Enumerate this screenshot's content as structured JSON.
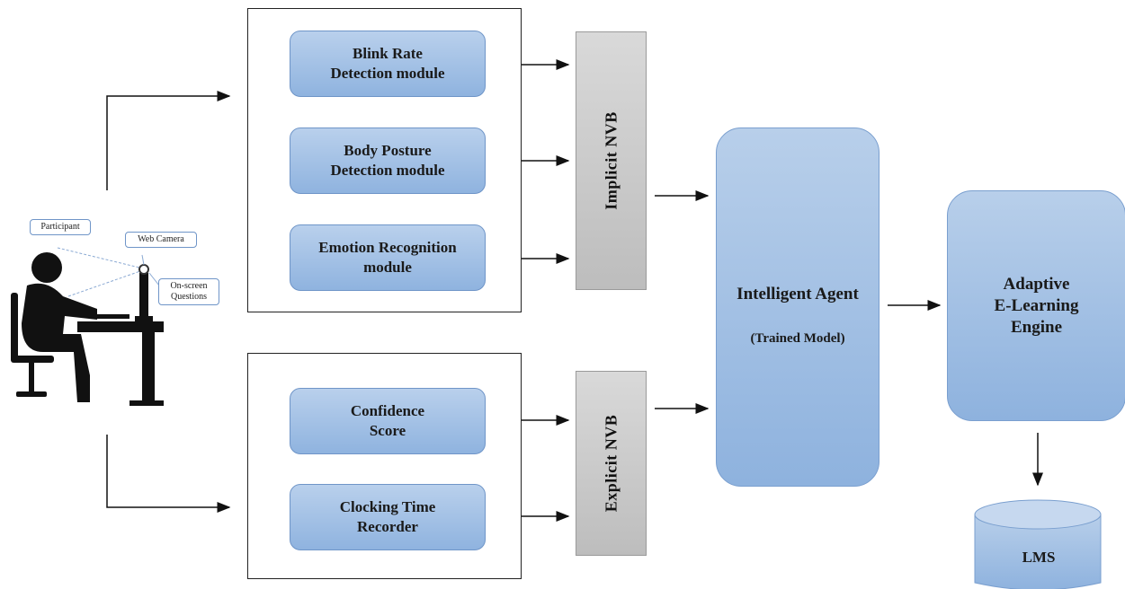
{
  "participant_label": "Participant",
  "camera_label": "Web Camera",
  "questions_label": "On-screen\nQuestions",
  "implicit_modules": [
    "Blink Rate\nDetection module",
    "Body Posture\nDetection module",
    "Emotion Recognition\nmodule"
  ],
  "explicit_modules": [
    "Confidence\nScore",
    "Clocking Time\nRecorder"
  ],
  "implicit_nvb": "Implicit  NVB",
  "explicit_nvb": "Explicit  NVB",
  "agent_title": "Intelligent  Agent",
  "agent_subtitle": "(Trained Model)",
  "engine_label": "Adaptive\nE-Learning\nEngine",
  "lms_label": "LMS",
  "colors": {
    "module_fill": "#9dbde3",
    "nvb_fill": "#cccccc",
    "line": "#111111"
  }
}
